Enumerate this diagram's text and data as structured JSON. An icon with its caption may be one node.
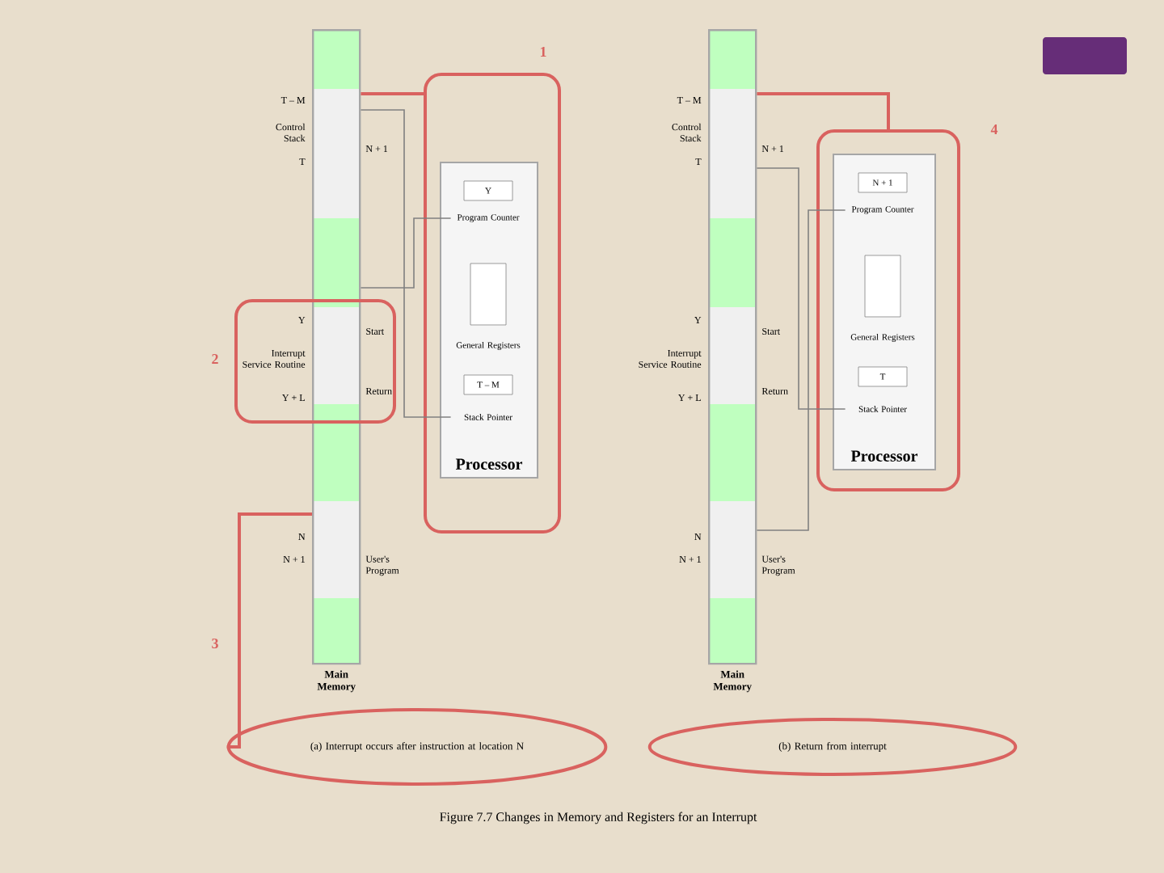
{
  "diagram": {
    "caption": "Figure 7.7 Changes in Memory and Registers for an Interrupt",
    "nodes": [
      {
        "text": [
          "Main Memory"
        ],
        "beside": [
          "T – M",
          "Control Stack",
          "T",
          "N + 1",
          "N",
          "N + 1",
          "User's Program"
        ]
      },
      {
        "text": [],
        "shape": "box"
      },
      {
        "text": [
          "Processor"
        ],
        "in": 1
      },
      {
        "text": [
          "Program Counter"
        ],
        "in": 2
      },
      {
        "text": [
          "General Registers"
        ],
        "in": 2
      },
      {
        "text": [
          "Stack Pointer"
        ],
        "in": 2
      },
      {
        "text": [],
        "shape": "box"
      },
      {
        "text": [
          "(a) Interrupt occurs after instruction at location N"
        ]
      },
      {
        "text": [
          "Main Memory"
        ],
        "beside": [
          "T – M",
          "Control Stack",
          "T",
          "N + 1",
          "Y",
          "Start",
          "Interrupt Service Routine",
          "Y + L",
          "Return",
          "N",
          "N + 1",
          "User's Program"
        ]
      },
      {
        "text": [],
        "shape": "box"
      },
      {
        "text": [
          "Processor"
        ],
        "in": 9
      },
      {
        "text": [
          "Program Counter"
        ],
        "in": 10
      },
      {
        "text": [
          "General Registers"
        ],
        "in": 10
      },
      {
        "text": [
          "Stack Pointer"
        ],
        "in": 10
      },
      {
        "text": [
          "(b) Return from interrupt"
        ]
      }
    ],
    "edges": [
      {
        "from": 0,
        "to": 1,
        "arrow": "none",
        "color": "#d9625f"
      },
      {
        "from": 3,
        "to": 0,
        "arrow": "none"
      },
      {
        "from": 5,
        "to": 0,
        "arrow": "none"
      },
      {
        "from": 0,
        "to": 7,
        "arrow": "none",
        "color": "#d9625f"
      },
      {
        "from": 8,
        "to": 9,
        "arrow": "none",
        "color": "#d9625f"
      },
      {
        "from": 11,
        "to": 8,
        "arrow": "none"
      },
      {
        "from": 13,
        "to": 8,
        "arrow": "none"
      }
    ],
    "labels": [
      "Y",
      "T – M",
      "1",
      "2",
      "Y",
      "Start",
      "Interrupt Service Routine",
      "Y + L",
      "Return",
      "3",
      "N + 1",
      "T",
      "4"
    ]
  }
}
